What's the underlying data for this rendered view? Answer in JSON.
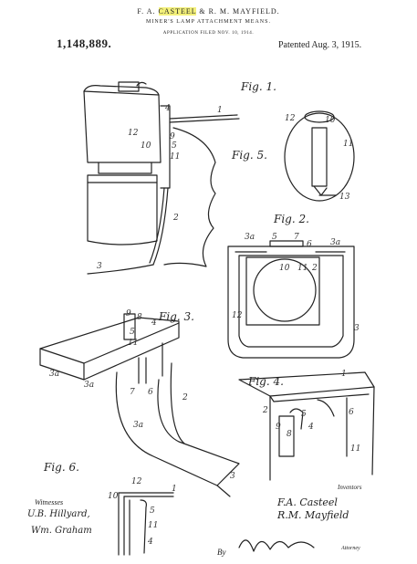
{
  "header": {
    "name_1": "F. A.",
    "name_highlight": "CASTEEL",
    "name_2": "& R. M. MAYFIELD.",
    "title": "MINER'S LAMP ATTACHMENT MEANS.",
    "application": "APPLICATION FILED NOV. 10, 1914."
  },
  "patent": {
    "number": "1,148,889.",
    "date": "Patented Aug. 3, 1915."
  },
  "figures": {
    "fig1": "Fig. 1.",
    "fig2": "Fig. 2.",
    "fig3": "Fig. 3.",
    "fig4": "Fig. 4.",
    "fig5": "Fig. 5.",
    "fig6": "Fig. 6."
  },
  "witnesses": {
    "label": "Witnesses",
    "w1": "U.B. Hillyard,",
    "w2": "Wm. Graham"
  },
  "inventors": {
    "label": "Inventors",
    "i1": "F.A. Casteel",
    "i2": "R.M. Mayfield"
  },
  "attorney": {
    "by": "By",
    "label": "Attorney"
  },
  "colors": {
    "ink": "#222222",
    "highlight": "#f3f07a",
    "paper": "#ffffff"
  }
}
